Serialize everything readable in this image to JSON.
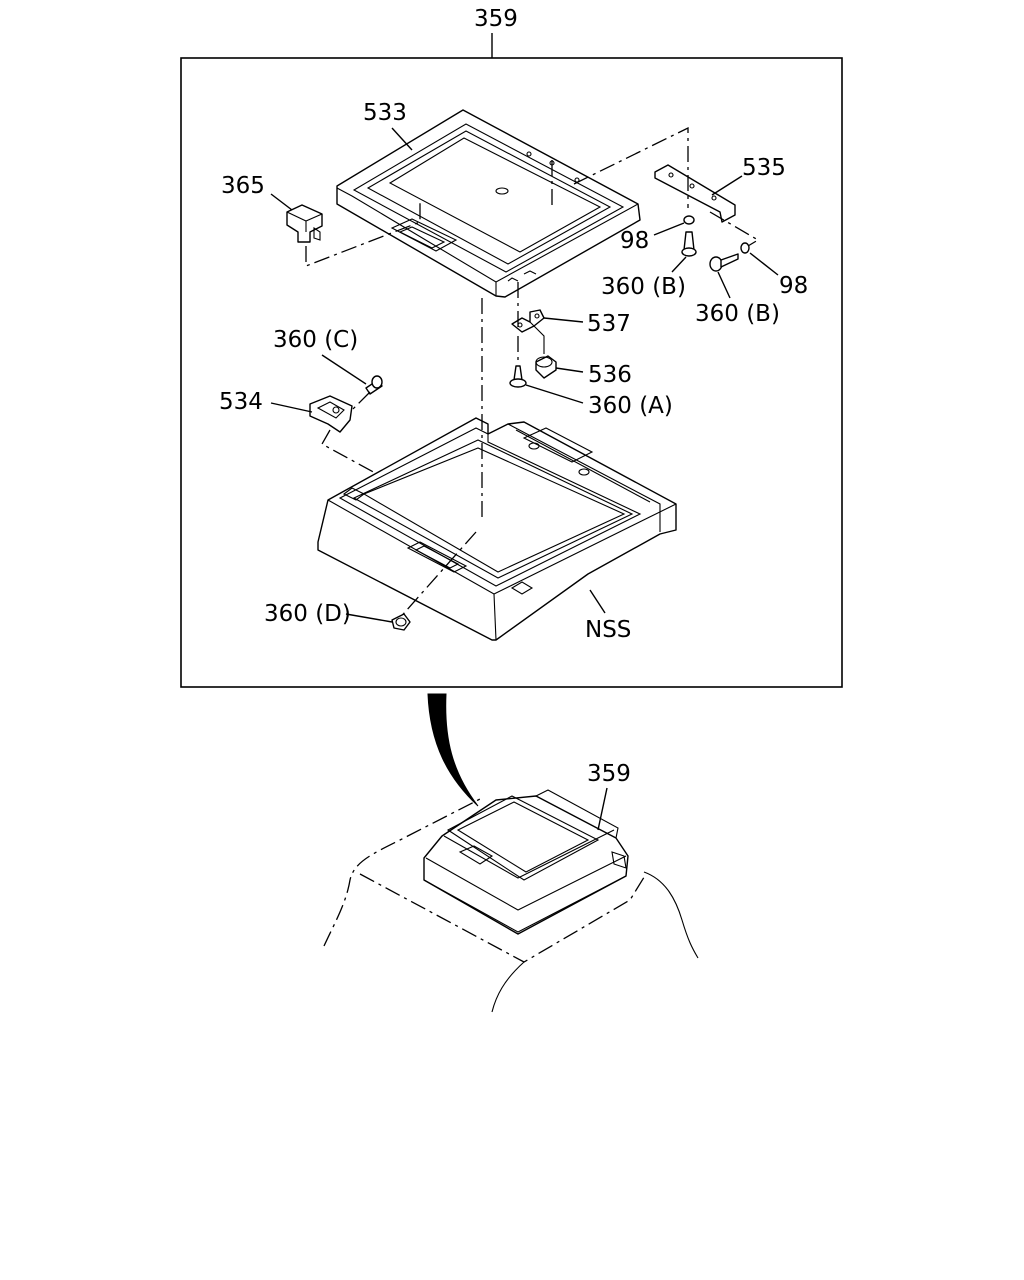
{
  "labels": {
    "assembly_top": "359",
    "upper_lid": "533",
    "switch": "365",
    "bracket_right": "535",
    "washer_left": "98",
    "washer_right": "98",
    "screw_b_left": "360 (B)",
    "screw_b_right": "360 (B)",
    "bracket_537": "537",
    "bumper_536": "536",
    "screw_a": "360 (A)",
    "screw_c": "360 (C)",
    "latch_534": "534",
    "screw_d": "360 (D)",
    "lower_box": "NSS",
    "assembly_bottom": "359"
  }
}
